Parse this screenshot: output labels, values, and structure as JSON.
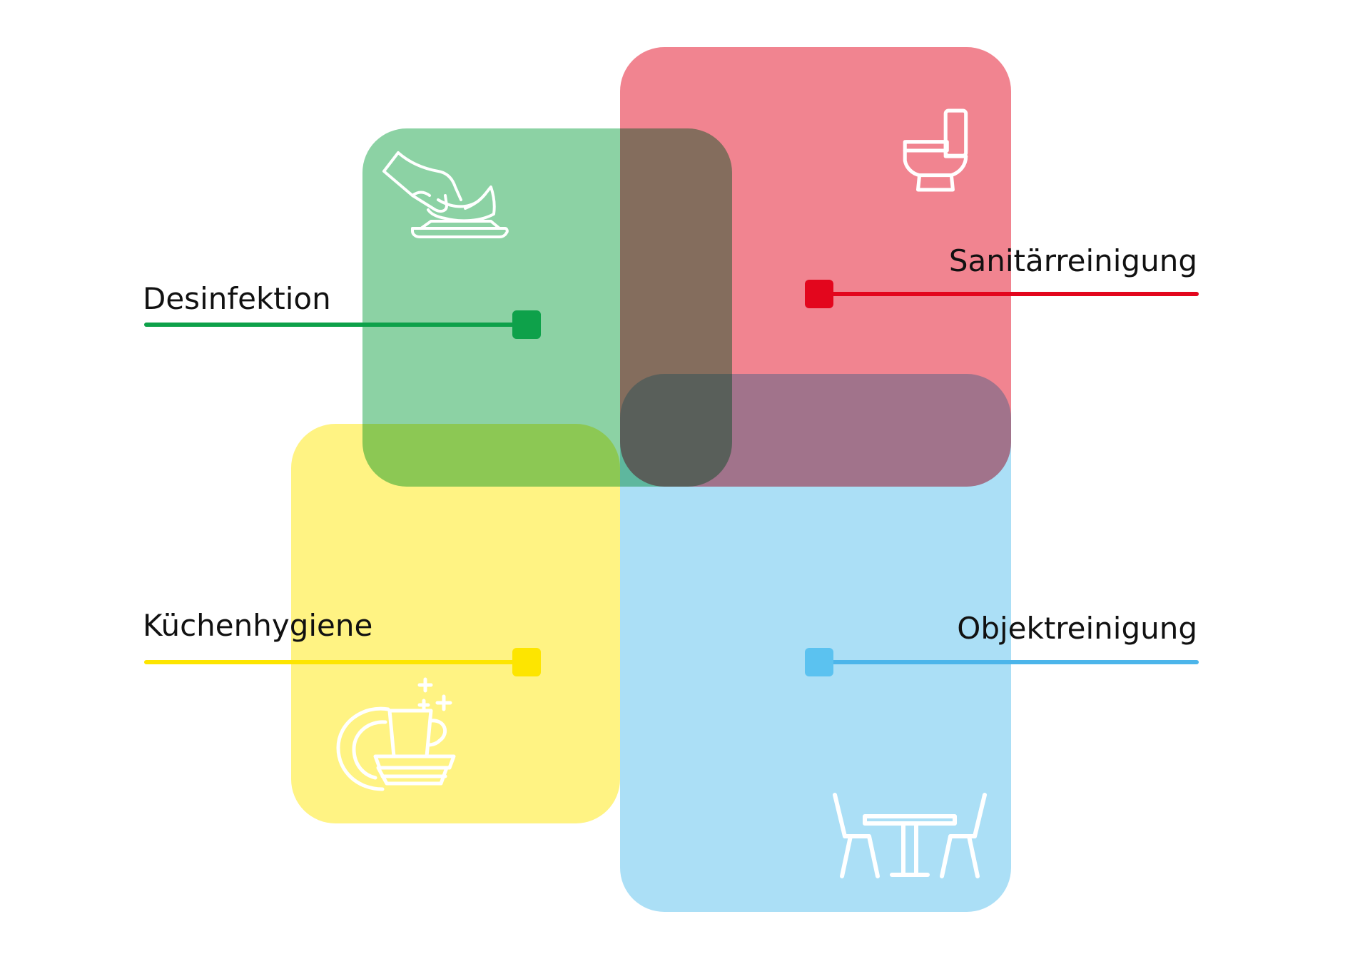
{
  "diagram": {
    "categories": [
      {
        "id": "desinfektion",
        "label": "Desinfektion",
        "color": "#0ea14a",
        "icon": "hand-wiping-surface-icon"
      },
      {
        "id": "sanitaerreinigung",
        "label": "Sanitärreinigung",
        "color": "#e3061d",
        "icon": "toilet-icon"
      },
      {
        "id": "kuechenhygiene",
        "label": "Küchenhygiene",
        "color": "#fde500",
        "icon": "sparkling-dishes-icon"
      },
      {
        "id": "objektreinigung",
        "label": "Objektreinigung",
        "color": "#4cb5ea",
        "icon": "table-and-chairs-icon"
      }
    ]
  }
}
